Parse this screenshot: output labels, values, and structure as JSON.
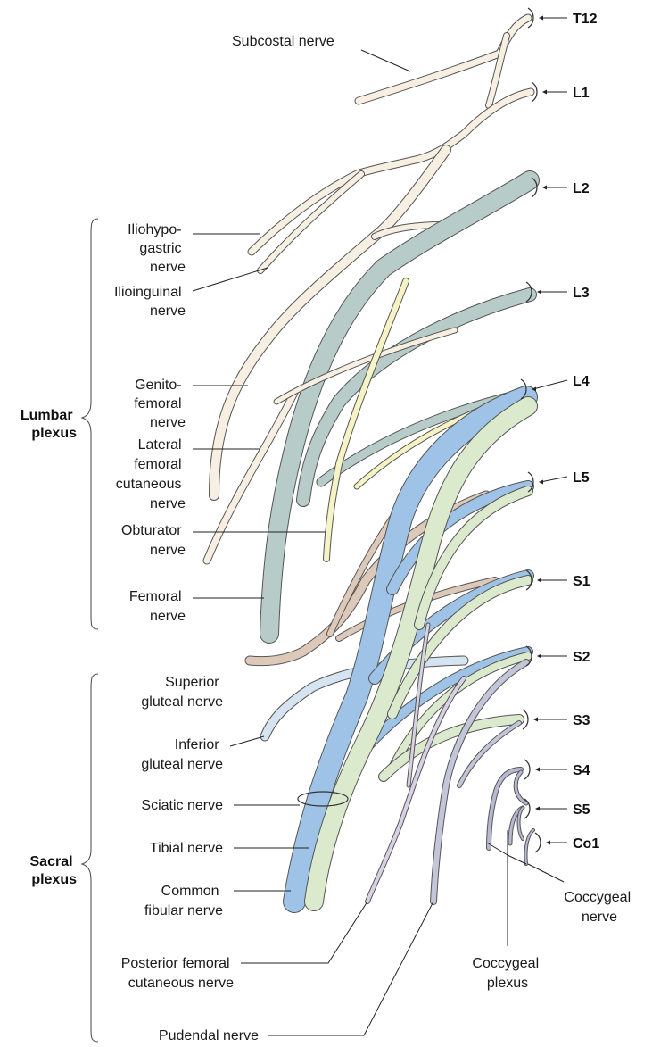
{
  "colors": {
    "iliac": "#f7efe1",
    "femoral": "#b7ccc8",
    "obturator": "#f6f4c4",
    "superior_gluteal": "#ddc9ba",
    "inferior_gluteal": "#d6e4f1",
    "tibial": "#9fc3e6",
    "fibular": "#dbe9cd",
    "posterior_cutaneous": "#d8d0e4",
    "pudendal": "#c2c6d8",
    "coccygeal": "#b7b8d2",
    "outline": "#555555"
  },
  "segments": [
    "T12",
    "L1",
    "L2",
    "L3",
    "L4",
    "L5",
    "S1",
    "S2",
    "S3",
    "S4",
    "S5",
    "Co1"
  ],
  "groups": {
    "lumbar": [
      "Lumbar",
      "plexus"
    ],
    "sacral": [
      "Sacral",
      "plexus"
    ]
  },
  "nerves": {
    "subcostal": [
      "Subcostal nerve"
    ],
    "iliohypogastric": [
      "Iliohypo-",
      "gastric",
      "nerve"
    ],
    "ilioinguinal": [
      "Ilioinguinal",
      "nerve"
    ],
    "genitofemoral": [
      "Genito-",
      "femoral",
      "nerve"
    ],
    "lateral_femoral_cutaneous": [
      "Lateral",
      "femoral",
      "cutaneous",
      "nerve"
    ],
    "obturator": [
      "Obturator",
      "nerve"
    ],
    "femoral": [
      "Femoral",
      "nerve"
    ],
    "superior_gluteal": [
      "Superior",
      "gluteal nerve"
    ],
    "inferior_gluteal": [
      "Inferior",
      "gluteal nerve"
    ],
    "sciatic": [
      "Sciatic nerve"
    ],
    "tibial": [
      "Tibial nerve"
    ],
    "common_fibular": [
      "Common",
      "fibular nerve"
    ],
    "posterior_femoral_cutaneous": [
      "Posterior femoral",
      "cutaneous nerve"
    ],
    "pudendal": [
      "Pudendal nerve"
    ],
    "coccygeal_nerve": [
      "Coccygeal",
      "nerve"
    ],
    "coccygeal_plexus": [
      "Coccygeal",
      "plexus"
    ]
  }
}
